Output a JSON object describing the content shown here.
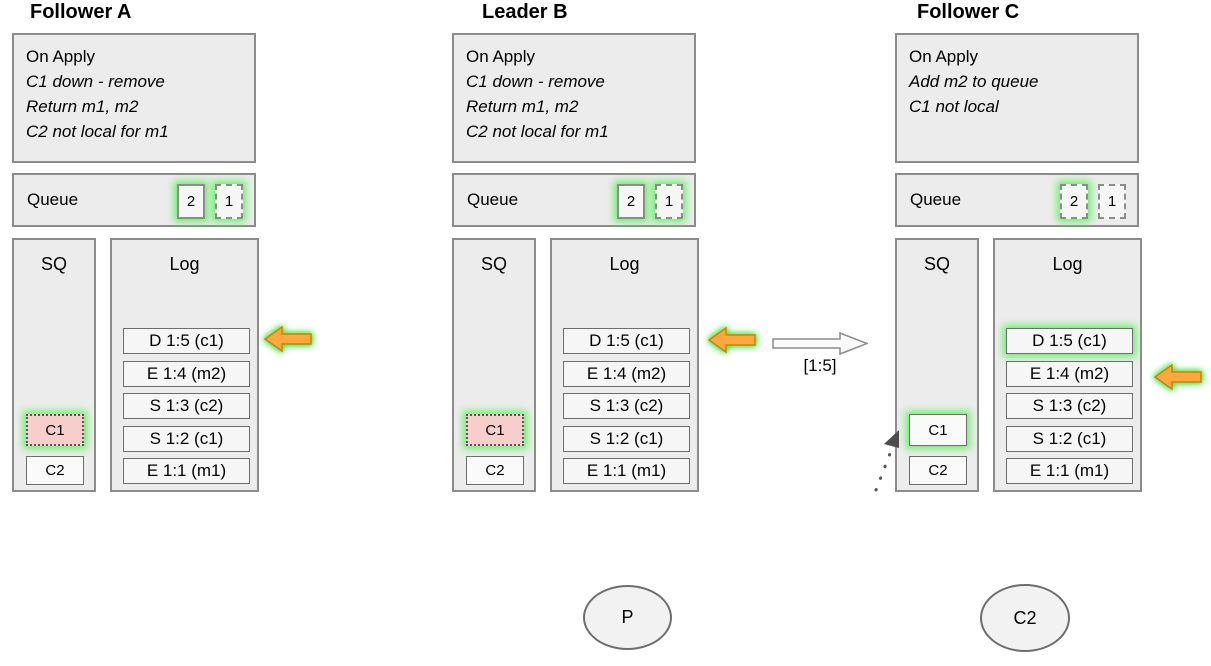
{
  "colors": {
    "highlight_glow": "#66f066",
    "arrow_orange": "#ffa83d",
    "arrow_orange_border": "#cc8400",
    "sq_c1_pink": "#f8cecc",
    "panel_fill": "#ececec"
  },
  "nodes": [
    {
      "title": "Follower A",
      "on_apply": {
        "header": "On Apply",
        "lines": [
          "C1 down - remove",
          "Return m1, m2",
          "C2 not local for m1"
        ]
      },
      "queue": {
        "label": "Queue",
        "items": [
          "2",
          "1"
        ]
      },
      "sq": {
        "label": "SQ",
        "items": [
          "C1",
          "C2"
        ]
      },
      "log": {
        "label": "Log",
        "entries": [
          "D 1:5 (c1)",
          "E 1:4 (m2)",
          "S 1:3 (c2)",
          "S 1:2 (c1)",
          "E 1:1 (m1)"
        ]
      }
    },
    {
      "title": "Leader B",
      "on_apply": {
        "header": "On Apply",
        "lines": [
          "C1 down - remove",
          "Return m1, m2",
          "C2 not local for m1"
        ]
      },
      "queue": {
        "label": "Queue",
        "items": [
          "2",
          "1"
        ]
      },
      "sq": {
        "label": "SQ",
        "items": [
          "C1",
          "C2"
        ]
      },
      "log": {
        "label": "Log",
        "entries": [
          "D 1:5 (c1)",
          "E 1:4 (m2)",
          "S 1:3 (c2)",
          "S 1:2 (c1)",
          "E 1:1 (m1)"
        ]
      }
    },
    {
      "title": "Follower C",
      "on_apply": {
        "header": "On Apply",
        "lines": [
          "Add m2 to queue",
          "C1 not local"
        ]
      },
      "queue": {
        "label": "Queue",
        "items": [
          "2",
          "1"
        ]
      },
      "sq": {
        "label": "SQ",
        "items": [
          "C1",
          "C2"
        ]
      },
      "log": {
        "label": "Log",
        "entries": [
          "D 1:5 (c1)",
          "E 1:4 (m2)",
          "S 1:3 (c2)",
          "S 1:2 (c1)",
          "E 1:1 (m1)"
        ]
      }
    }
  ],
  "replication_arrow": {
    "label": "[1:5]"
  },
  "actors": [
    {
      "label": "P"
    },
    {
      "label": "C2"
    }
  ]
}
